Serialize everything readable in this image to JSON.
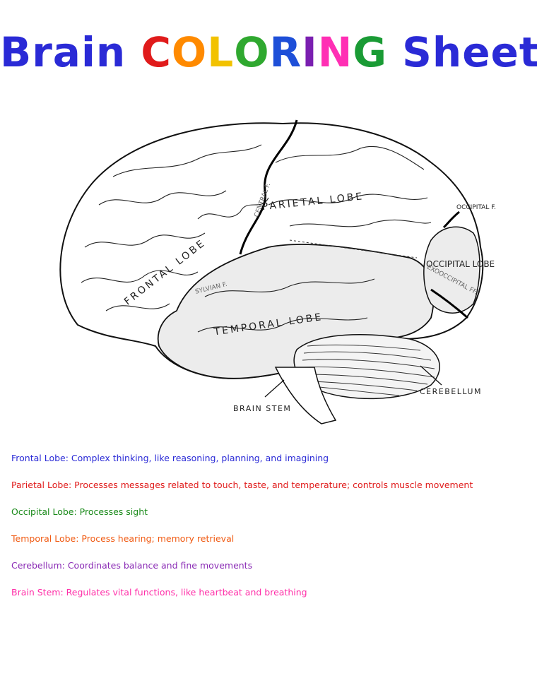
{
  "title": {
    "word1": "Brain",
    "word2_letters": [
      {
        "ch": "C",
        "color": "#e01b1b"
      },
      {
        "ch": "O",
        "color": "#ff8a00"
      },
      {
        "ch": "L",
        "color": "#f2c200"
      },
      {
        "ch": "O",
        "color": "#2fa82f"
      },
      {
        "ch": "R",
        "color": "#1e4fd8"
      },
      {
        "ch": "I",
        "color": "#7a1fb0"
      },
      {
        "ch": "N",
        "color": "#ff2fb4"
      },
      {
        "ch": "G",
        "color": "#1a9b35"
      }
    ],
    "word3": "Sheet!"
  },
  "diagram": {
    "frontal": "FRONTAL LOBE",
    "parietal": "PARIETAL LOBE",
    "temporal": "TEMPORAL LOBE",
    "occipital": "OCCIPITAL LOBE",
    "central_f": "CENTRAL F.",
    "sylvian_f": "SYLVIAN F.",
    "occipital_f": "OCCIPITAL F.",
    "exoccipital_f": "EXOOCCIPITAL FF.",
    "cerebellum": "CEREBELLUM",
    "brain_stem": "BRAIN STEM"
  },
  "legend": [
    {
      "text": "Frontal Lobe: Complex thinking, like reasoning, planning, and imagining",
      "color": "#2a2ad6"
    },
    {
      "text": "Parietal Lobe: Processes messages related to touch, taste, and temperature; controls muscle movement",
      "color": "#e01b1b"
    },
    {
      "text": "Occipital Lobe: Processes sight",
      "color": "#1a8a1a"
    },
    {
      "text": "Temporal Lobe: Process hearing; memory retrieval",
      "color": "#f05a12"
    },
    {
      "text": "Cerebellum: Coordinates balance and fine movements",
      "color": "#8a2bb5"
    },
    {
      "text": "Brain Stem: Regulates vital functions, like heartbeat and breathing",
      "color": "#ff2fa8"
    }
  ]
}
